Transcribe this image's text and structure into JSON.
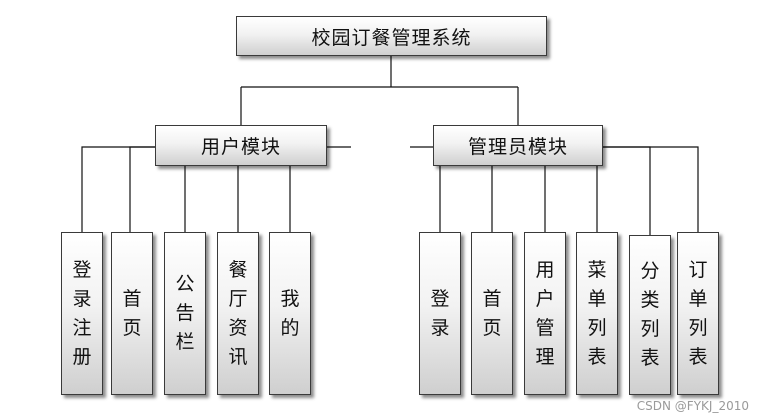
{
  "root": {
    "label": "校园订餐管理系统"
  },
  "user_module": {
    "label": "用户模块",
    "items": [
      "登录注册",
      "首页",
      "公告栏",
      "餐厅资讯",
      "我的"
    ]
  },
  "admin_module": {
    "label": "管理员模块",
    "items": [
      "登录",
      "首页",
      "用户管理",
      "菜单列表",
      "分类列表",
      "订单列表"
    ]
  },
  "watermark": "CSDN @FYKJ_2010"
}
